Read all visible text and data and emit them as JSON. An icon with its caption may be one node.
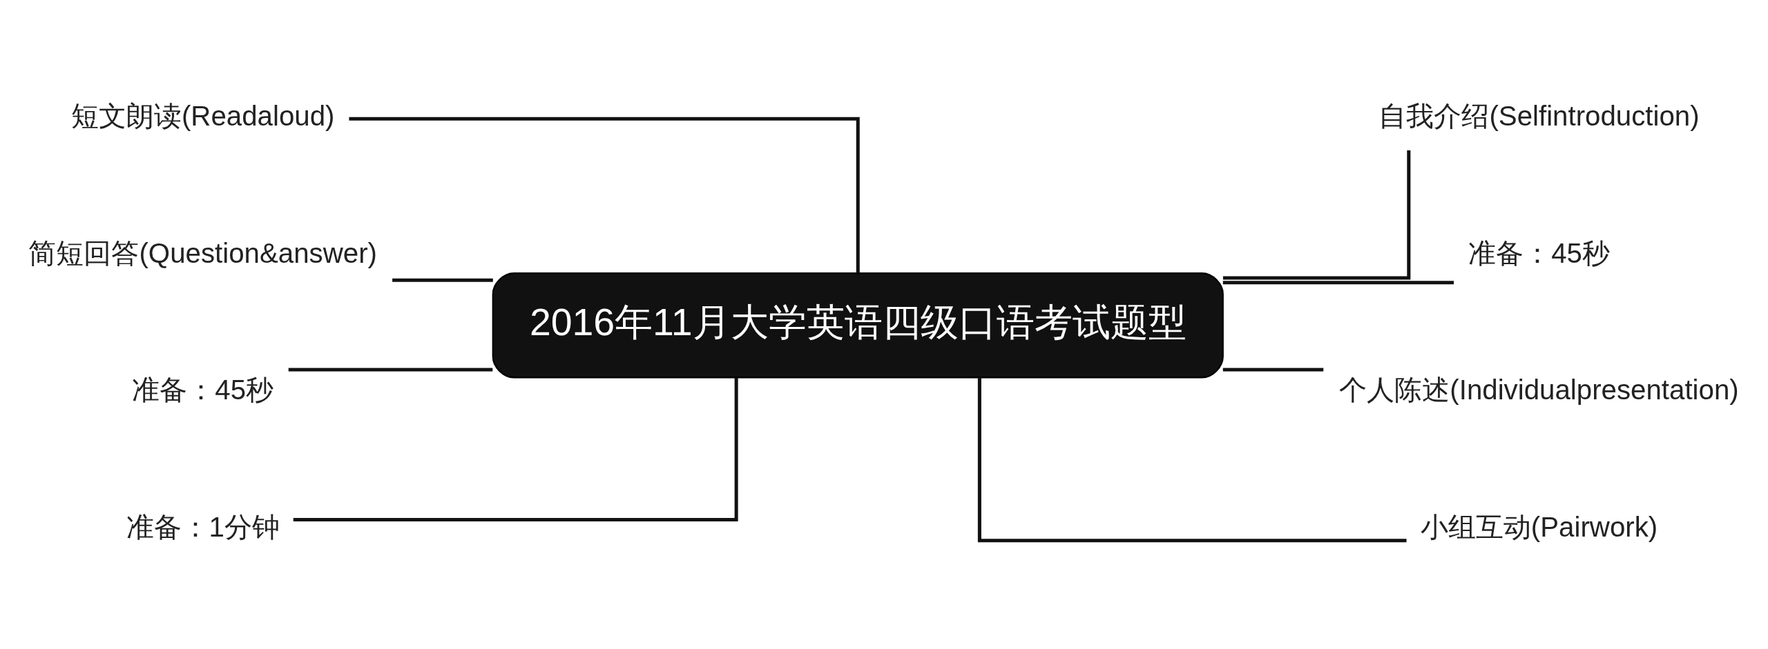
{
  "diagram": {
    "nodes": [
      {
        "text": [
          "2016年11月大学英语四级口语考试题型"
        ]
      },
      {
        "text": [
          "短文朗读(Readaloud)"
        ]
      },
      {
        "text": [
          "简短回答(Question&answer)"
        ]
      },
      {
        "text": [
          "准备：45秒"
        ]
      },
      {
        "text": [
          "准备：1分钟"
        ]
      },
      {
        "text": [
          "自我介绍(Selfintroduction)"
        ]
      },
      {
        "text": [
          "准备：45秒"
        ]
      },
      {
        "text": [
          "个人陈述(Individualpresentation)"
        ]
      },
      {
        "text": [
          "小组互动(Pairwork)"
        ]
      }
    ],
    "edges": [
      {
        "from": 0,
        "to": 1,
        "arrow": "none"
      },
      {
        "from": 0,
        "to": 2,
        "arrow": "none"
      },
      {
        "from": 0,
        "to": 3,
        "arrow": "none"
      },
      {
        "from": 0,
        "to": 4,
        "arrow": "none"
      },
      {
        "from": 0,
        "to": 5,
        "arrow": "none"
      },
      {
        "from": 0,
        "to": 6,
        "arrow": "none"
      },
      {
        "from": 0,
        "to": 7,
        "arrow": "none"
      },
      {
        "from": 0,
        "to": 8,
        "arrow": "none"
      }
    ]
  }
}
